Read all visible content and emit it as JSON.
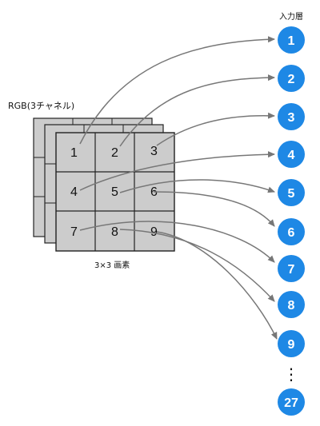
{
  "input_layer_label": "入力層",
  "rgb_label": "RGB(3チャネル)",
  "pixels_label": "3×3 画素",
  "grid_numbers": [
    "1",
    "2",
    "3",
    "4",
    "5",
    "6",
    "7",
    "8",
    "9"
  ],
  "nodes": [
    "1",
    "2",
    "3",
    "4",
    "5",
    "6",
    "7",
    "8",
    "9"
  ],
  "ellipsis": "⋮",
  "last_node": "27",
  "colors": {
    "node": "#1e88e5",
    "cell": "#cccccc",
    "arrow": "#777777",
    "line": "#222222"
  }
}
